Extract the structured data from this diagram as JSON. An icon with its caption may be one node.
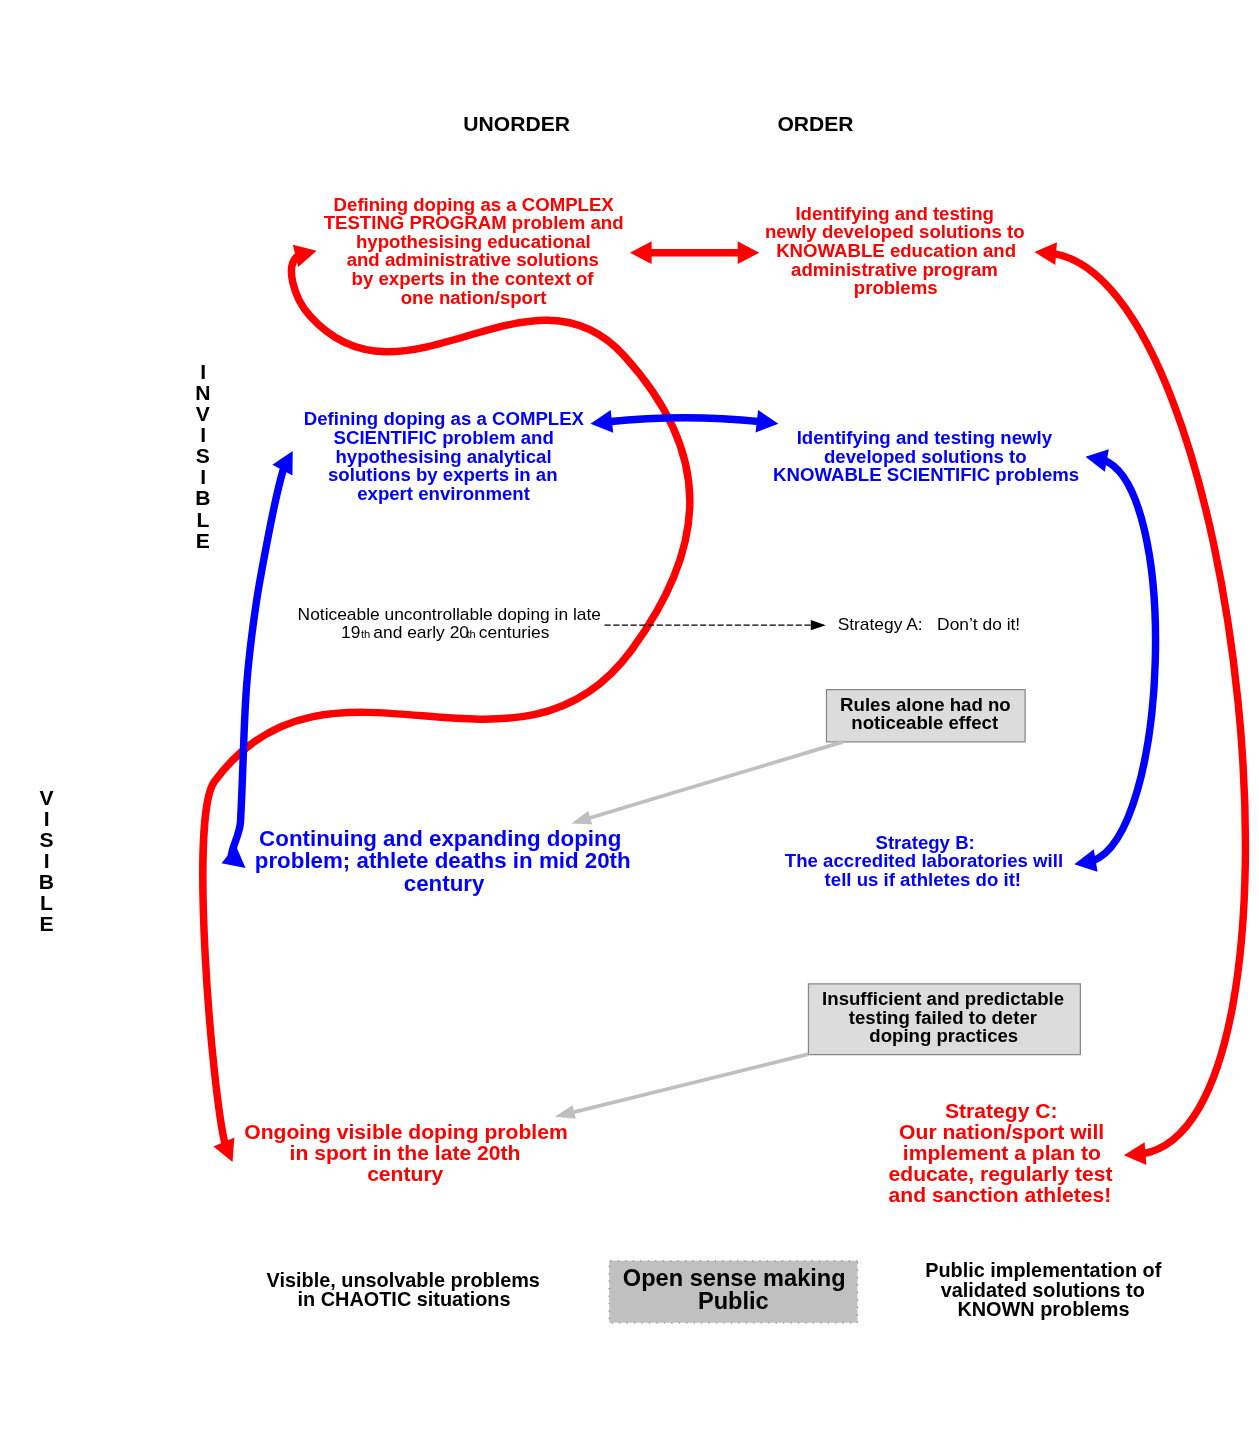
{
  "diagram": {
    "nodes": [
      {
        "text": [
          "Defining doping as a COMPLEX TESTING PROGRAM problem and hypothesising educational and administrative solutions by experts in the context of one nation/sport"
        ]
      },
      {
        "text": [
          "Identifying and testing newly developed solutions to KNOWABLE education and administrative program problems"
        ]
      },
      {
        "text": [
          "Defining doping as a COMPLEX SCIENTIFIC problem and hypothesising analytical solutions by experts in an expert environment"
        ]
      },
      {
        "text": [
          "Identifying and testing newly developed solutions to KNOWABLE SCIENTIFIC problems"
        ]
      },
      {
        "text": [
          "Noticeable uncontrollable doping in late 19$^{th}$ and early 20$^{th}$ centuries"
        ]
      },
      {
        "text": [
          "Strategy A:   Don’t do it!"
        ]
      },
      {
        "text": [
          "Rules alone had no noticeable effect"
        ]
      },
      {
        "text": [
          "Continuing and expanding doping problem; athlete deaths in mid 20th century"
        ]
      },
      {
        "text": [
          "Strategy B:",
          "The accredited laboratories will tell us if athletes do it!"
        ]
      },
      {
        "text": [
          "Insufficient and predictable testing failed to deter doping practices"
        ]
      },
      {
        "text": [
          "Ongoing visible doping problem in sport in the late 20th century"
        ]
      },
      {
        "text": [
          "Strategy C:",
          "Our nation/sport will implement a plan to educate, regularly test and sanction athletes!"
        ]
      },
      {
        "text": [
          "Visible, unsolvable problems in CHAOTIC situations"
        ]
      },
      {
        "text": [
          "Open sense making Public"
        ]
      },
      {
        "text": [
          "Public implementation of validated solutions to KNOWN problems"
        ]
      }
    ],
    "edges": [
      {
        "from": 0,
        "to": 1,
        "arrow": "both",
        "color": "#ff0000"
      },
      {
        "from": 2,
        "to": 3,
        "arrow": "both",
        "color": "#0000ff"
      },
      {
        "from": 0,
        "to": 10,
        "arrow": "both",
        "color": "#ff0000"
      },
      {
        "from": 2,
        "to": 7,
        "arrow": "both",
        "color": "#0000ff"
      },
      {
        "from": 3,
        "to": 8,
        "arrow": "both",
        "color": "#0000ff"
      },
      {
        "from": 1,
        "to": 11,
        "arrow": "both",
        "color": "#ff0000"
      },
      {
        "from": 4,
        "to": 5,
        "arrow": "to",
        "style": "dashed",
        "color": "#000000"
      },
      {
        "from": 6,
        "to": 7,
        "arrow": "to",
        "color": "#bfbfbf"
      },
      {
        "from": 9,
        "to": 10,
        "arrow": "to",
        "color": "#bfbfbf"
      }
    ],
    "labels": [
      "UNORDER",
      "ORDER",
      "INVISIBLE",
      "VISIBLE"
    ]
  }
}
